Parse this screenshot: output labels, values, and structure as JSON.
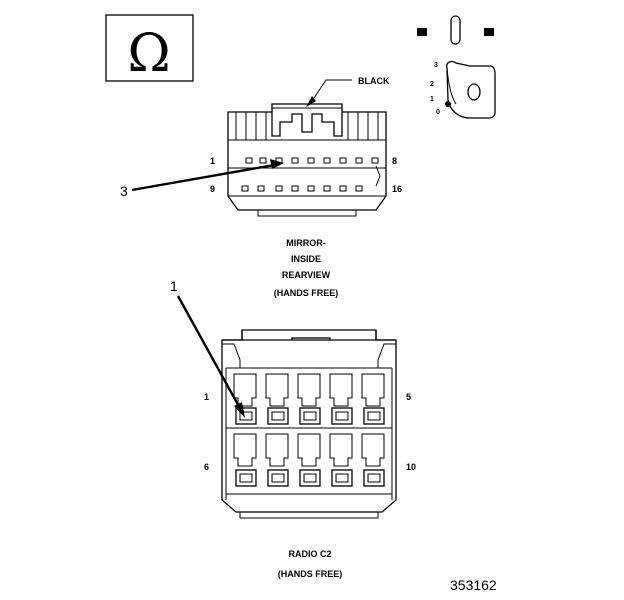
{
  "symbol_box": {
    "glyph": "Ω"
  },
  "key_legend": {
    "positions": [
      "3",
      "2",
      "1",
      "0"
    ]
  },
  "mirror_connector": {
    "color_label": "BLACK",
    "callout": "3",
    "pin_labels": {
      "top_left": "1",
      "top_right": "8",
      "bottom_left": "9",
      "bottom_right": "16"
    },
    "title_lines": [
      "MIRROR-",
      "INSIDE",
      "REARVIEW",
      "(HANDS FREE)"
    ]
  },
  "radio_connector": {
    "callout": "1",
    "pin_labels": {
      "top_left": "1",
      "top_right": "5",
      "bottom_left": "6",
      "bottom_right": "10"
    },
    "title_lines": [
      "RADIO C2",
      "(HANDS FREE)"
    ]
  },
  "figure_number": "353162"
}
